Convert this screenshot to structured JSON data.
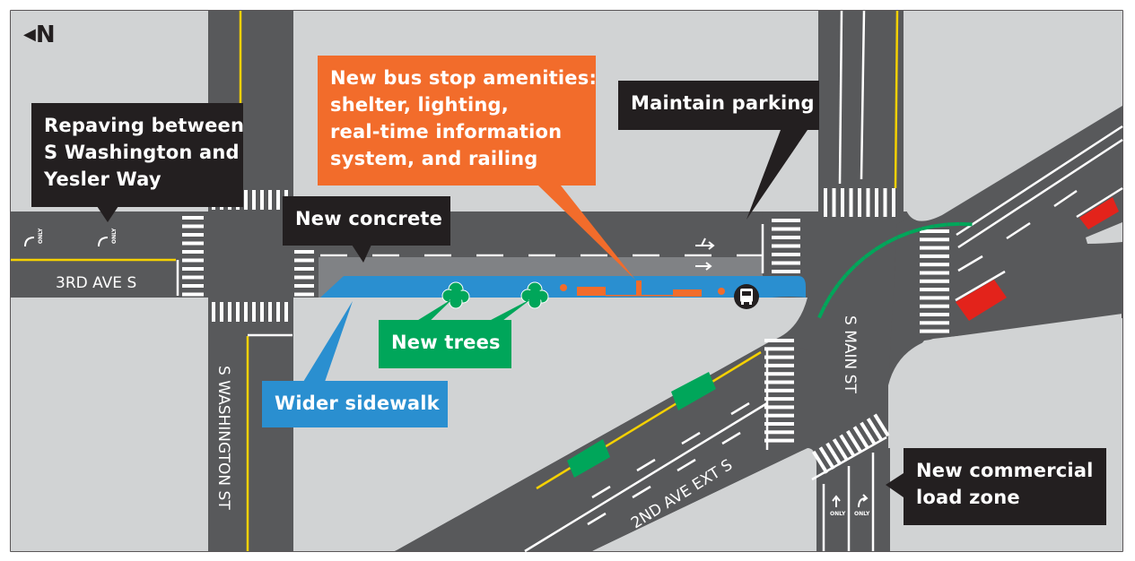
{
  "north_indicator": {
    "arrow": "◀",
    "label": "N"
  },
  "callouts": {
    "repaving": {
      "lines": [
        "Repaving between",
        "S Washington and",
        "Yesler Way"
      ],
      "color": "#231f20"
    },
    "bus_stop": {
      "lines": [
        "New bus stop amenities:",
        "shelter, lighting,",
        "real-time information",
        "system, and railing"
      ],
      "color": "#f26c2b"
    },
    "maintain_parking": {
      "lines": [
        "Maintain parking"
      ],
      "color": "#231f20"
    },
    "new_concrete": {
      "lines": [
        "New concrete"
      ],
      "color": "#231f20"
    },
    "new_trees": {
      "lines": [
        "New trees"
      ],
      "color": "#00a65a"
    },
    "wider_sidewalk": {
      "lines": [
        "Wider sidewalk"
      ],
      "color": "#2a8fd0"
    },
    "commercial_load_zone": {
      "lines": [
        "New commercial",
        "load zone"
      ],
      "color": "#231f20"
    }
  },
  "streets": {
    "third_ave": "3RD AVE S",
    "washington": "S WASHINGTON ST",
    "main": "S MAIN ST",
    "second_ave_ext": "2ND AVE EXT S"
  },
  "lane_markings": {
    "only": "ONLY"
  },
  "colors": {
    "block": "#d1d3d4",
    "road": "#58595b",
    "concrete": "#808285",
    "sidewalk": "#2a8fd0",
    "bike_green": "#00a65a",
    "red_zone": "#e3231b",
    "yellow_line": "#f5d100",
    "amenity_orange": "#f26c2b"
  },
  "icons": {
    "bus": "bus-stop-icon",
    "tree": "tree-icon"
  }
}
